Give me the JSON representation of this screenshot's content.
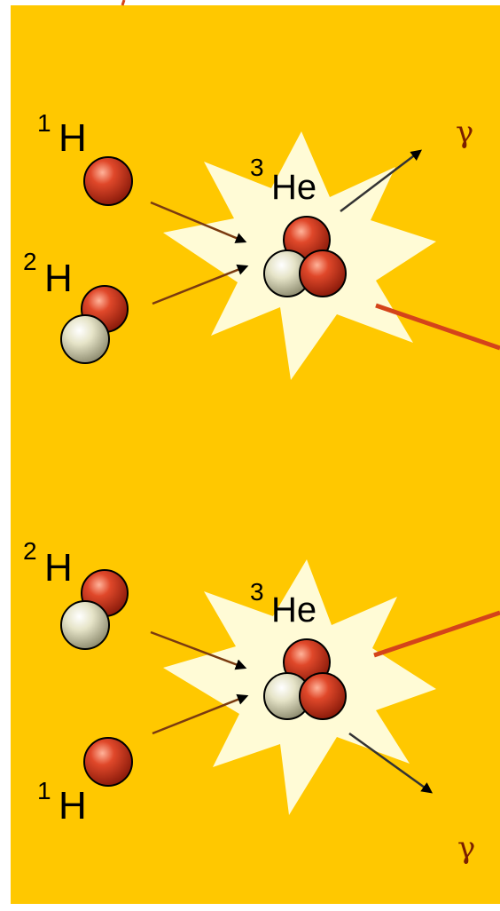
{
  "colors": {
    "background": "#ffc800",
    "page_border": "#ffffff",
    "burst": "#fffbd6",
    "proton": "#c8321a",
    "neutron": "#e4e2c6",
    "arrow": "#000000",
    "gamma_ray": "#d4441a"
  },
  "reactions": [
    {
      "reactants": [
        {
          "symbol": "H",
          "mass_number": "1"
        },
        {
          "symbol": "H",
          "mass_number": "2"
        }
      ],
      "product": {
        "symbol": "He",
        "mass_number": "3"
      },
      "emission": "γ"
    },
    {
      "reactants": [
        {
          "symbol": "H",
          "mass_number": "2"
        },
        {
          "symbol": "H",
          "mass_number": "1"
        }
      ],
      "product": {
        "symbol": "He",
        "mass_number": "3"
      },
      "emission": "γ"
    }
  ]
}
